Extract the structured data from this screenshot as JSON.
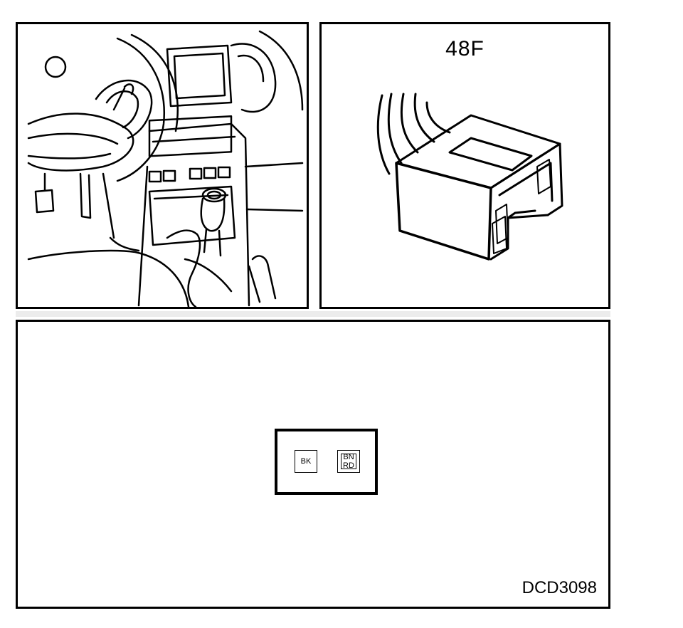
{
  "connector": {
    "label": "48F",
    "pins": [
      {
        "label": "BK"
      },
      {
        "label_top": "BN",
        "label_bottom": "RD"
      }
    ]
  },
  "figure_id": "DCD3098",
  "icons": {
    "interior": "car-interior-icon",
    "connector": "connector-housing-icon"
  }
}
